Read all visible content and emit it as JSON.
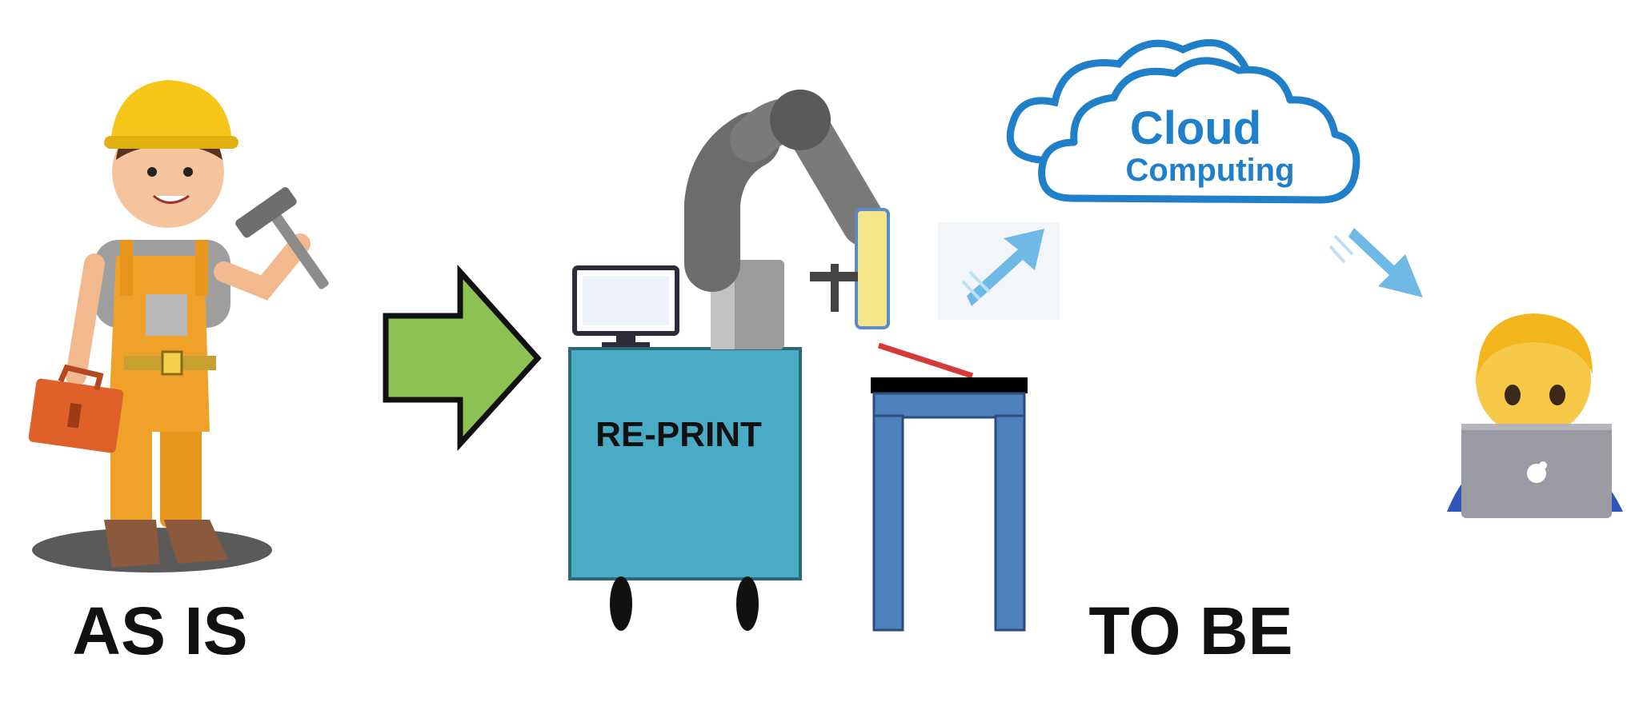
{
  "labels": {
    "as_is": "AS IS",
    "to_be": "TO BE",
    "machine": "RE-PRINT",
    "cloud_line1": "Cloud",
    "cloud_line2": "Computing"
  },
  "icons": {
    "worker": "worker-with-hammer-and-toolbox",
    "transition_arrow": "green-right-arrow",
    "robot": "robotic-arm",
    "upload": "arrow-up-right",
    "download": "arrow-down-right",
    "cloud": "cloud",
    "remote_user": "person-with-laptop"
  },
  "colors": {
    "transition_arrow": "#8dc153",
    "cart": "#4aabc4",
    "table": "#4f81bd",
    "cloud": "#1f7fc9",
    "flow_arrow": "#6fb9e6"
  }
}
